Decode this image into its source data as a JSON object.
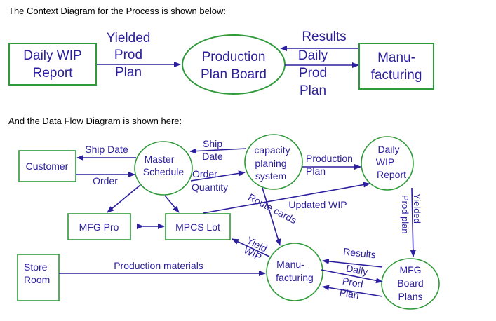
{
  "colors": {
    "text": "#2b1f9e",
    "shape": "#2f9a3a",
    "caption": "#000000"
  },
  "context": {
    "caption": "The Context Diagram for the Process is shown below:",
    "daily_wip_report": [
      "Daily WIP",
      "Report"
    ],
    "production_plan_board": [
      "Production",
      "Plan Board"
    ],
    "manufacturing": [
      "Manu-",
      "facturing"
    ],
    "yielded_prod_plan": [
      "Yielded",
      "Prod",
      "Plan"
    ],
    "results": "Results",
    "daily_prod_plan": [
      "Daily",
      "Prod",
      "Plan"
    ]
  },
  "dfd": {
    "caption": "And the Data Flow Diagram is shown here:",
    "customer": "Customer",
    "master_schedule": [
      "Master",
      "Schedule"
    ],
    "capacity_planing_system": [
      "capacity",
      "planing",
      "system"
    ],
    "daily_wip_report": [
      "Daily",
      "WIP",
      "Report"
    ],
    "mfg_pro": "MFG Pro",
    "mpcs_lot": "MPCS Lot",
    "store_room": [
      "Store",
      "Room"
    ],
    "manufacturing": [
      "Manu-",
      "facturing"
    ],
    "mfg_board_plans": [
      "MFG",
      "Board",
      "Plans"
    ],
    "labels": {
      "ship_date_left": "Ship Date",
      "order": "Order",
      "ship_date_right": [
        "Ship",
        "Date"
      ],
      "order_quantity": [
        "Order",
        "Quantity"
      ],
      "production_plan": [
        "Production",
        "Plan"
      ],
      "route_cards": "Route cards",
      "updated_wip": "Updated WIP",
      "yield_wip": [
        "Yield",
        "WIP"
      ],
      "production_materials": "Production materials",
      "results": "Results",
      "daily_prod_plan": [
        "Daily",
        "Prod",
        "Plan"
      ],
      "yielded_prod_plan": [
        "Yielded",
        "Prod plan"
      ]
    }
  }
}
